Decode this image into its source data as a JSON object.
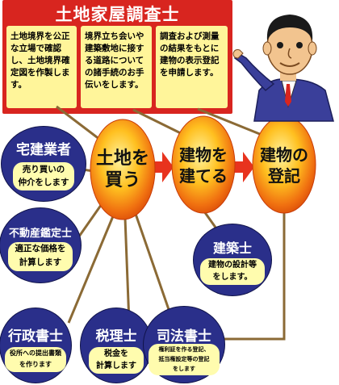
{
  "title": "土地家屋調査士",
  "info_boxes": [
    "土地境界を公正な立場で確認し、土地境界確定図を作製します。",
    "境界立ち会いや建築敷地に接する道路についての諸手続のお手伝いをします。",
    "調査および測量の結果をもとに建物の表示登記を申請します。"
  ],
  "steps": [
    {
      "line1": "土地を",
      "line2": "買う"
    },
    {
      "line1": "建物を",
      "line2": "建てる"
    },
    {
      "line1": "建物の",
      "line2": "登記"
    }
  ],
  "professions": [
    {
      "name": "宅建業者",
      "desc1": "売り買いの",
      "desc2": "仲介をします"
    },
    {
      "name": "不動産鑑定士",
      "desc1": "適正な価格を",
      "desc2": "計算します"
    },
    {
      "name": "行政書士",
      "desc1": "役所への提出書類",
      "desc2": "を作ります"
    },
    {
      "name": "税理士",
      "desc1": "税金を",
      "desc2": "計算します"
    },
    {
      "name": "司法書士",
      "desc1": "権利証を作る登記、",
      "desc2": "抵当権設定等の登記",
      "desc3": "をします"
    },
    {
      "name": "建築士",
      "desc1": "建物の設計等",
      "desc2": "をします。"
    }
  ],
  "colors": {
    "header_red": "#d8251f",
    "info_yellow": "#fff59a",
    "node_navy": "#2a2f8a",
    "pill_yellow": "#fffcae",
    "connector_brown": "#8b6a35",
    "arrow_red": "#e8331e"
  }
}
